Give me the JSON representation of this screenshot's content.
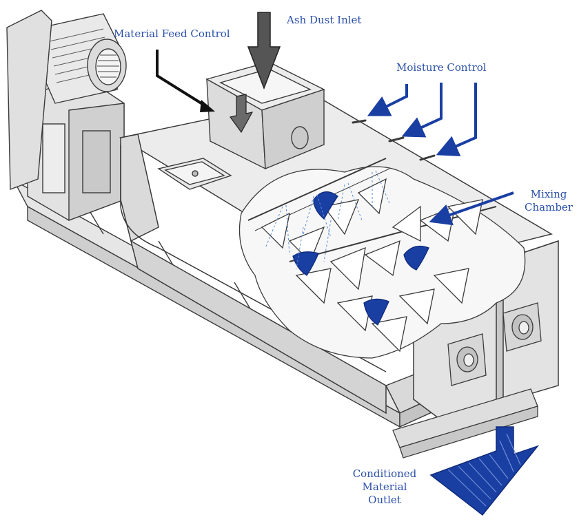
{
  "labels": {
    "ash_dust_inlet": "Ash Dust Inlet",
    "material_feed_control": "Material Feed Control",
    "moisture_control": "Moisture Control",
    "mixing_chamber": "Mixing\nChamber",
    "conditioned_outlet": "Conditioned\nMaterial\nOutlet"
  },
  "colors": {
    "accent_blue": "#1a3fa3",
    "label_blue": "#2a4fa8",
    "outline": "#3a3a3a",
    "metal_light": "#ededed",
    "metal_mid": "#d6d6d6",
    "metal_dark": "#bdbdbd",
    "spray_blue": "#5a8fd6",
    "feed_arrow": "#222222"
  }
}
